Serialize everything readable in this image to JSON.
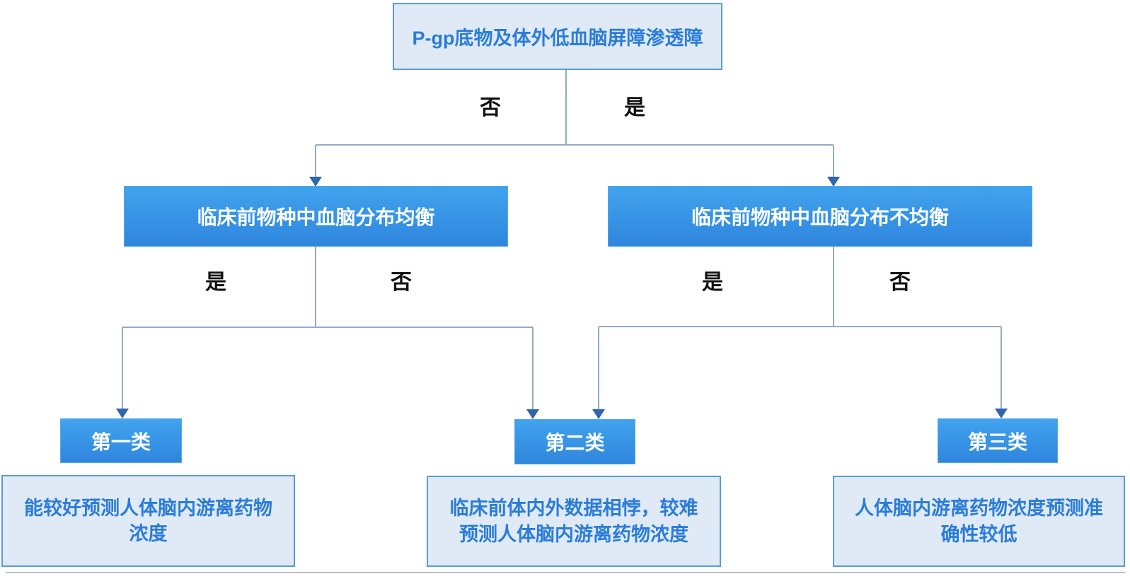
{
  "flowchart": {
    "root": "P-gp底物及体外低血脑屏障渗透障",
    "edges": {
      "root_no": "否",
      "root_yes": "是",
      "left_yes": "是",
      "left_no": "否",
      "right_yes": "是",
      "right_no": "否"
    },
    "decisions": {
      "left": "临床前物种中血脑分布均衡",
      "right": "临床前物种中血脑分布不均衡"
    },
    "categories": {
      "first": "第一类",
      "second": "第二类",
      "third": "第三类"
    },
    "outcomes": {
      "first": "能较好预测人体脑内游离药物浓度",
      "second": "临床前体内外数据相悖，较难预测人体脑内游离药物浓度",
      "third": "人体脑内游离药物浓度预测准确性较低"
    },
    "colors": {
      "solid_box_top": "#41a3ee",
      "solid_box_bottom": "#2f86dd",
      "light_box_fill": "#dfeaf6",
      "light_box_border": "#5b9bd5",
      "blue_text": "#2b7cd9",
      "connector": "#94aac8",
      "arrowhead": "#2f66ad"
    }
  }
}
